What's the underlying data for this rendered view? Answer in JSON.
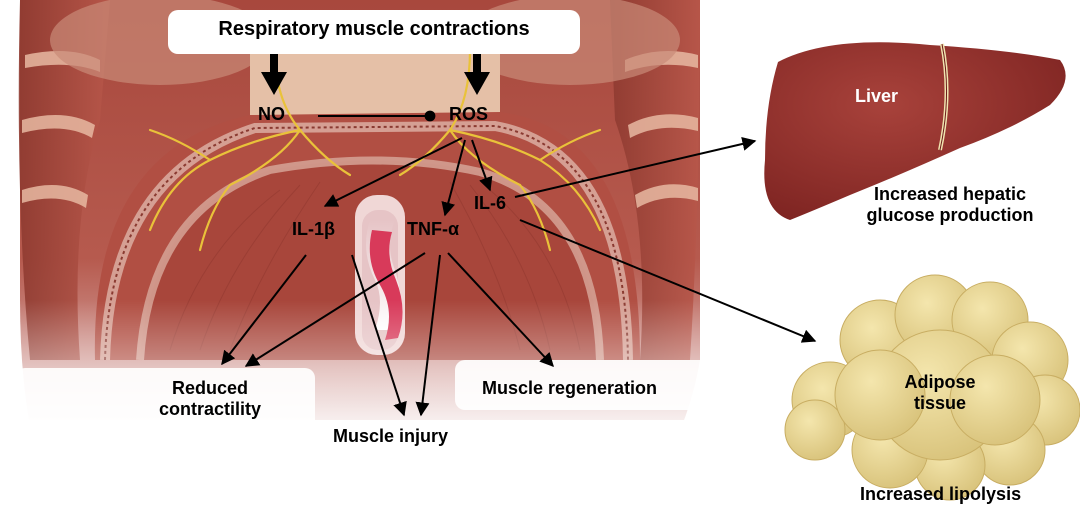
{
  "title": "Respiratory muscle contractions",
  "nodes": {
    "no": "NO",
    "ros": "ROS",
    "il1b": "IL-1β",
    "tnfa": "TNF-α",
    "il6": "IL-6"
  },
  "outcomes": {
    "reduced_contractility": [
      "Reduced",
      "contractility"
    ],
    "muscle_injury": "Muscle injury",
    "muscle_regeneration": "Muscle regeneration"
  },
  "organs": {
    "liver": {
      "label": "Liver",
      "caption": [
        "Increased hepatic",
        "glucose production"
      ],
      "color": "#8f2a27"
    },
    "adipose": {
      "label": [
        "Adipose",
        "tissue"
      ],
      "caption": "Increased lipolysis",
      "color": "#e6d48e"
    }
  },
  "colors": {
    "muscle": "#b24a3e",
    "nerve": "#e9c23a",
    "diaphragm_edge": "#d4a9a0",
    "heart": "#d83a5a"
  }
}
